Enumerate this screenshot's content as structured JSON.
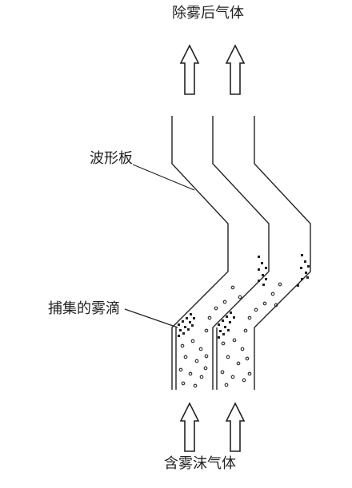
{
  "labels": {
    "top": "除雾后气体",
    "plate": "波形板",
    "droplets": "捕集的雾滴",
    "bottom": "含雾沫气体"
  }
}
